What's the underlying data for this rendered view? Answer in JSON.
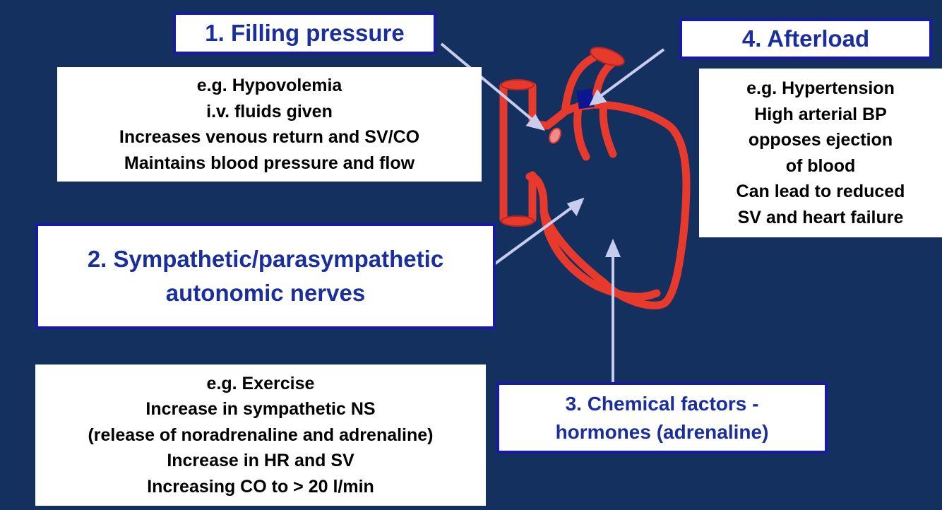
{
  "boxes": {
    "filling_pressure": {
      "title": "1. Filling pressure"
    },
    "afterload": {
      "title": "4. Afterload"
    },
    "autonomic": {
      "title_lines": [
        "2. Sympathetic/parasympathetic",
        "autonomic nerves"
      ]
    },
    "chemical": {
      "title_lines": [
        "3. Chemical factors -",
        "hormones (adrenaline)"
      ]
    }
  },
  "info": {
    "filling_pressure": [
      "e.g. Hypovolemia",
      "i.v. fluids given",
      "Increases venous return and SV/CO",
      "Maintains blood pressure and flow"
    ],
    "afterload": [
      "e.g. Hypertension",
      "High arterial BP",
      "opposes ejection",
      "of blood",
      "Can lead to reduced",
      "SV and heart failure"
    ],
    "autonomic": [
      "e.g. Exercise",
      "Increase in sympathetic NS",
      "(release of noradrenaline and adrenaline)",
      "Increase in HR and SV",
      "Increasing CO to > 20 l/min"
    ]
  },
  "colors": {
    "background": "#14305f",
    "heart": "#e8392d",
    "arrow": "#c8cdf0",
    "title_text": "#1a2e9c",
    "title_border": "#1a1aa8",
    "afterload_marker": "#0b1690"
  }
}
